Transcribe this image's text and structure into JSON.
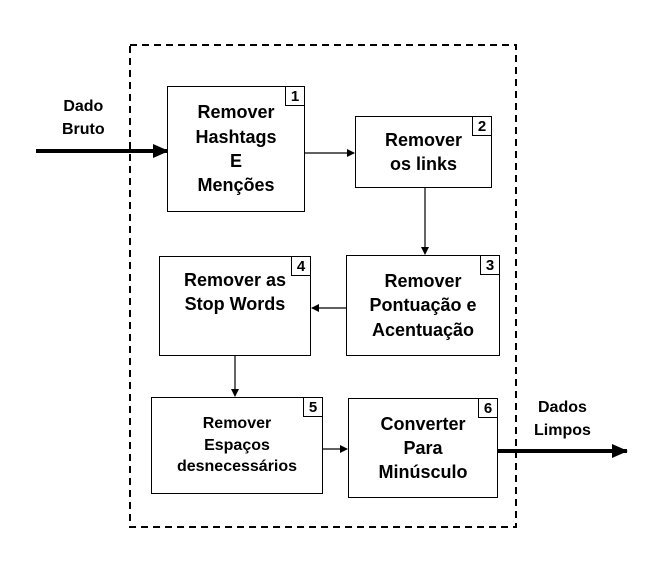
{
  "input": {
    "label": "Dado\nBruto"
  },
  "output": {
    "label": "Dados\nLimpos"
  },
  "steps": [
    {
      "number": "1",
      "label": "Remover\nHashtags\nE\nMenções"
    },
    {
      "number": "2",
      "label": "Remover\nos links"
    },
    {
      "number": "3",
      "label": "Remover\nPontuação e\nAcentuação"
    },
    {
      "number": "4",
      "label": "Remover as\nStop Words"
    },
    {
      "number": "5",
      "label": "Remover\nEspaços\ndesnecessários"
    },
    {
      "number": "6",
      "label": "Converter\nPara\nMinúsculo"
    }
  ]
}
